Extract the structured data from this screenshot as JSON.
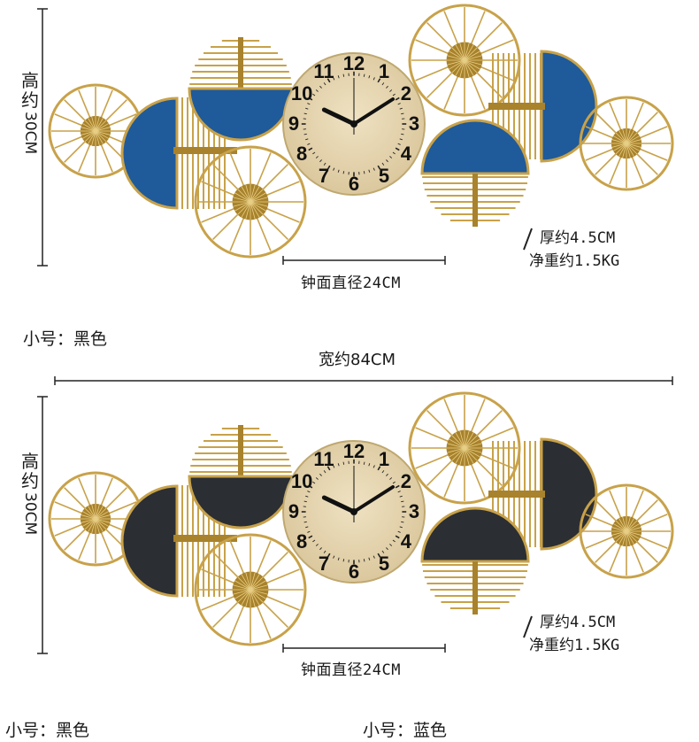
{
  "top_panel": {
    "height_label": "高约",
    "height_value": "30CM",
    "dial_label": "钟面直径24CM",
    "thickness": "厚约4.5CM",
    "weight": "净重约1.5KG",
    "accent_color": "#1f5a9a"
  },
  "bottom_panel": {
    "height_label": "高约",
    "height_value": "30CM",
    "dial_label": "钟面直径24CM",
    "thickness": "厚约4.5CM",
    "weight": "净重约1.5KG",
    "accent_color": "#2b2e33"
  },
  "width_label": "宽约84CM",
  "captions": {
    "top_variant": "小号：黑色",
    "bottom_left_variant": "小号：黑色",
    "bottom_right_variant": "小号：蓝色"
  },
  "clock_numbers": [
    "12",
    "1",
    "2",
    "3",
    "4",
    "5",
    "6",
    "7",
    "8",
    "9",
    "10",
    "11"
  ],
  "colors": {
    "gold": "#c8a24a",
    "gold_dark": "#a8822c",
    "dial_face": "#d9c59a"
  }
}
